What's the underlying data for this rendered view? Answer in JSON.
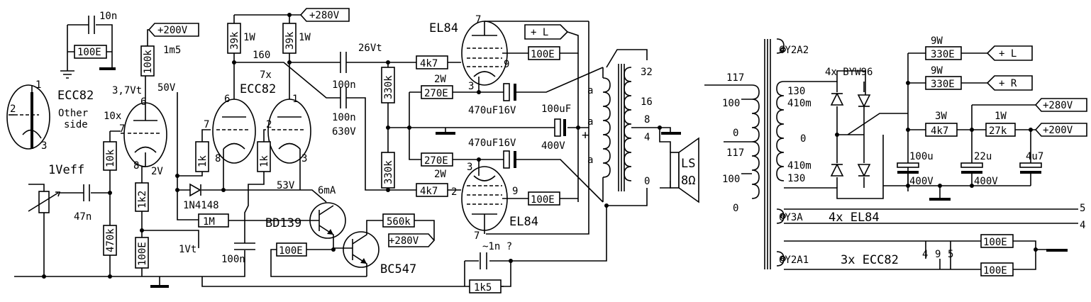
{
  "tubes": {
    "ecc82_other": "ECC82",
    "other_side": [
      "Other",
      "side"
    ],
    "pin1": "1",
    "pin2": "2",
    "pin3": "3",
    "v1_pin6": "6",
    "v1_pin7": "7",
    "v1_pin8": "8",
    "ecc82_main": "ECC82",
    "ecc82_count": "7x",
    "v2_pin6": "6",
    "v2_pin7": "7",
    "v2_pin8": "8",
    "v3_pin1": "1",
    "v3_pin2": "2",
    "v3_pin3": "3",
    "el84_top": "EL84",
    "el84_bottom": "EL84",
    "el84a_pin7": "7",
    "el84a_pin9": "9",
    "el84a_pin3": "3",
    "el84b_pin3": "3",
    "el84b_pin2": "2",
    "el84b_pin9": "9",
    "el84b_pin7": "7"
  },
  "annotations": {
    "gain10": "10x",
    "v_37": "3,7Vt",
    "v_50": "50V",
    "v_2": "2V",
    "v_1vt": "1Vt",
    "v_160": "160",
    "v_26": "26Vt",
    "v_53": "53V",
    "i_6ma": "6mA",
    "in_1veff": "1Veff",
    "r_1m5": "1m5",
    "c_1n": "~1n ?",
    "c_470u_top": "470uF16V",
    "c_470u_bot": "470uF16V",
    "c_100u": "100uF",
    "c_400v": "400V",
    "w_1w_a": "1W",
    "w_1w_b": "1W",
    "w_2w_a": "2W",
    "w_2w_b": "2W",
    "c_630v": "630V",
    "plus": "+",
    "a1": "a",
    "a2": "a",
    "a3": "a",
    "t32": "32",
    "t16": "16",
    "t8": "8",
    "t4": "4",
    "t0": "0"
  },
  "components": {
    "c10n": "10n",
    "r100e_top": "100E",
    "r100k": "100k",
    "r39k_a": "39k",
    "r39k_b": "39k",
    "r10k": "10k",
    "r1k2": "1k2",
    "r100e_cath": "100E",
    "r470k": "470k",
    "c47n": "47n",
    "r1k_a": "1k",
    "r1k_b": "1k",
    "d1n4148": "1N4148",
    "r1m": "1M",
    "bd139": "BD139",
    "bc547": "BC547",
    "r560k": "560k",
    "r100e_tr": "100E",
    "c100n_bias": "100n",
    "c100n_a": "100n",
    "c100n_b": "100n",
    "r330k_a": "330k",
    "r330k_b": "330k",
    "r4k7_a": "4k7",
    "r4k7_b": "4k7",
    "r270e_a": "270E",
    "r270e_b": "270E",
    "r100e_g2a": "100E",
    "r100e_g2b": "100E",
    "r1k5": "1k5",
    "ls": "LS",
    "ls_ohm": "8Ω"
  },
  "rails": {
    "p200_a": "+200V",
    "p280_a": "+280V",
    "p280_b": "+280V",
    "plus_l": "+ L",
    "plus_l_psu": "+ L",
    "plus_r_psu": "+ R",
    "p280_psu": "+280V",
    "p200_psu": "+200V"
  },
  "psu": {
    "pri117_a": "117",
    "pri100_a": "100",
    "pri0_a": "0",
    "pri117_b": "117",
    "pri100_b": "100",
    "pri0_b": "0",
    "sec_6y2a2": "6Y2A2",
    "sec_130a": "130",
    "sec_410a": "410m",
    "sec_0": "0",
    "sec_410b": "410m",
    "sec_130b": "130",
    "bridge": "4x BYW96",
    "w9_a": "9W",
    "w9_b": "9W",
    "w3": "3W",
    "w1": "1W",
    "r330e_a": "330E",
    "r330e_b": "330E",
    "r4k7": "4k7",
    "r27k": "27k",
    "c100u": "100u",
    "c22u": "22u",
    "c4u7": "4u7",
    "v400_a": "400V",
    "v400_b": "400V",
    "sec_6y3a": "6Y3A",
    "el84_heat": "4x EL84",
    "pin5_a": "5",
    "pin4_a": "4",
    "sec_6y2a1": "6Y2A1",
    "ecc82_heat": "3x ECC82",
    "pin4_b": "4",
    "pin9_b": "9",
    "pin5_b": "5",
    "r100e_h1": "100E",
    "r100e_h2": "100E"
  }
}
